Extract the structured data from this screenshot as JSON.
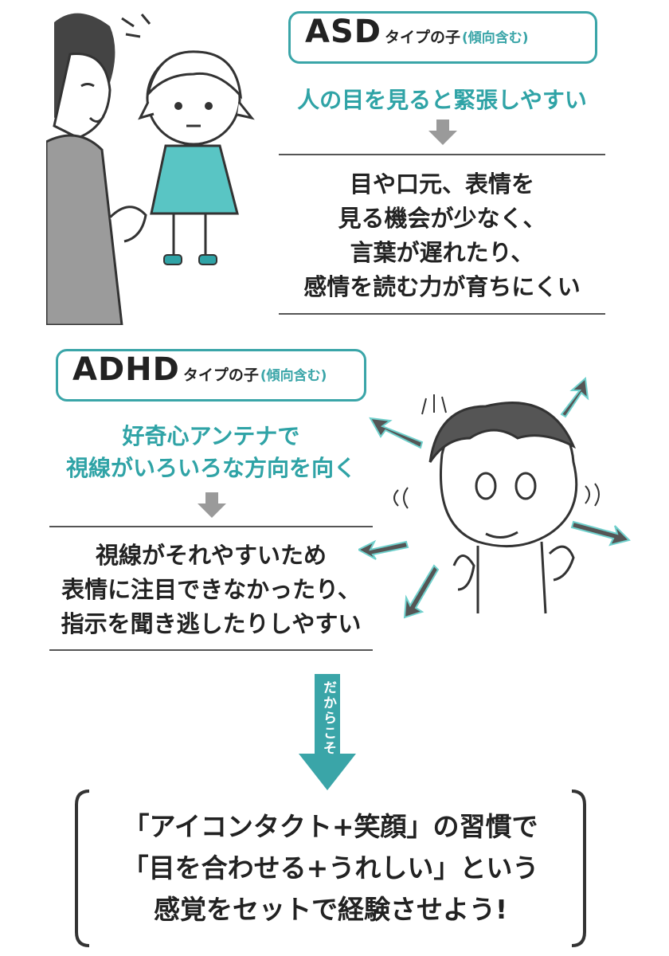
{
  "asd": {
    "type_name": "ASD",
    "type_suffix": "タイプの子",
    "type_note": "(傾向含む)",
    "headline": "人の目を見ると緊張しやすい",
    "result_lines": [
      "目や口元、表情を",
      "見る機会が少なく、",
      "言葉が遅れたり、",
      "感情を読む力が育ちにくい"
    ]
  },
  "adhd": {
    "type_name": "ADHD",
    "type_suffix": "タイプの子",
    "type_note": "(傾向含む)",
    "headline_lines": [
      "好奇心アンテナで",
      "視線がいろいろな方向を向く"
    ],
    "result_lines": [
      "視線がそれやすいため",
      "表情に注目できなかったり、",
      "指示を聞き逃したりしやすい"
    ]
  },
  "transition_label": "だからこそ",
  "conclusion_lines": [
    "「アイコンタクト+笑顔」の習慣で",
    "「目を合わせる+うれしい」という",
    "感覚をセットで経験させよう!"
  ],
  "colors": {
    "accent": "#3aa5a8",
    "accent_text": "#2fa3a6",
    "arrow_gray": "#9a9a9a",
    "ink": "#222222"
  },
  "icons": [
    "mother-child-illustration",
    "distracted-boy-illustration",
    "down-arrow-icon"
  ]
}
